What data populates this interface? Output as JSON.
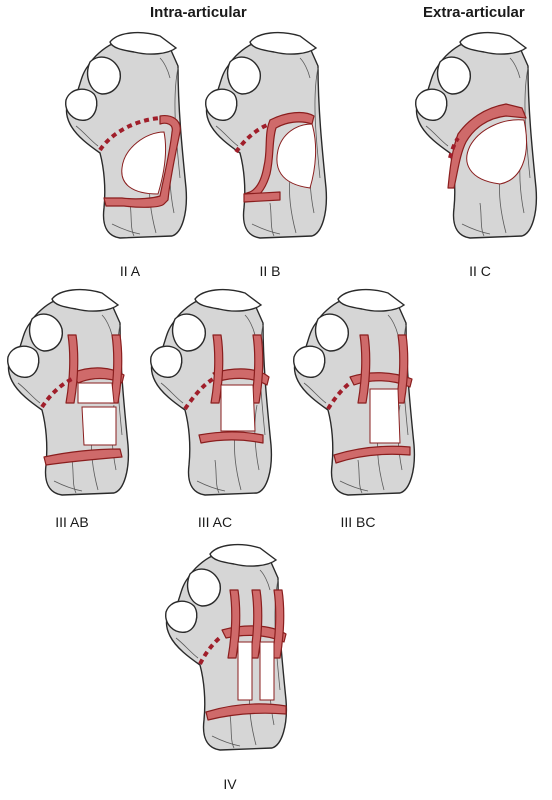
{
  "headers": {
    "intra_articular": "Intra-articular",
    "extra_articular": "Extra-articular"
  },
  "panels": [
    {
      "label": "II A",
      "variant": "IIA"
    },
    {
      "label": "II B",
      "variant": "IIB"
    },
    {
      "label": "II C",
      "variant": "IIC"
    },
    {
      "label": "III AB",
      "variant": "IIIAB"
    },
    {
      "label": "III AC",
      "variant": "IIIAC"
    },
    {
      "label": "III BC",
      "variant": "IIIBC"
    },
    {
      "label": "IV",
      "variant": "IV"
    }
  ],
  "colors": {
    "osteotomy": "#cf6a6a",
    "osteotomy_outline": "#8a1e1e",
    "dashed_line": "#a01e2a",
    "bone": "#d6d6d6"
  }
}
